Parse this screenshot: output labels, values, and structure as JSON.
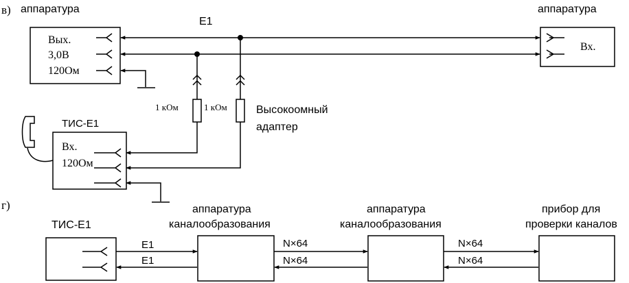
{
  "panel_v": {
    "label": "в)",
    "equipment_left_title": "аппаратура",
    "equipment_right_title": "аппаратура",
    "line_label": "E1",
    "out_box": {
      "line1": "Вых.",
      "line2": "3,0В",
      "line3": "120Ом"
    },
    "in_box": {
      "line1": "Вх."
    },
    "resistor1_label": "1 кОм",
    "resistor2_label": "1 кОм",
    "adapter_label_line1": "Высокоомный",
    "adapter_label_line2": "адаптер",
    "tester_title": "ТИС-Е1",
    "tester_box": {
      "line1": "Вх.",
      "line2": "120Ом"
    }
  },
  "panel_g": {
    "label": "г)",
    "tester_title": "ТИС-Е1",
    "equip1_line1": "аппаратура",
    "equip1_line2": "каналообразования",
    "equip2_line1": "аппаратура",
    "equip2_line2": "каналообразования",
    "device_line1": "прибор для",
    "device_line2": "проверки каналов",
    "link1_top": "E1",
    "link1_bottom": "E1",
    "link2_top": "N×64",
    "link2_bottom": "N×64",
    "link3_top": "N×64",
    "link3_bottom": "N×64"
  }
}
